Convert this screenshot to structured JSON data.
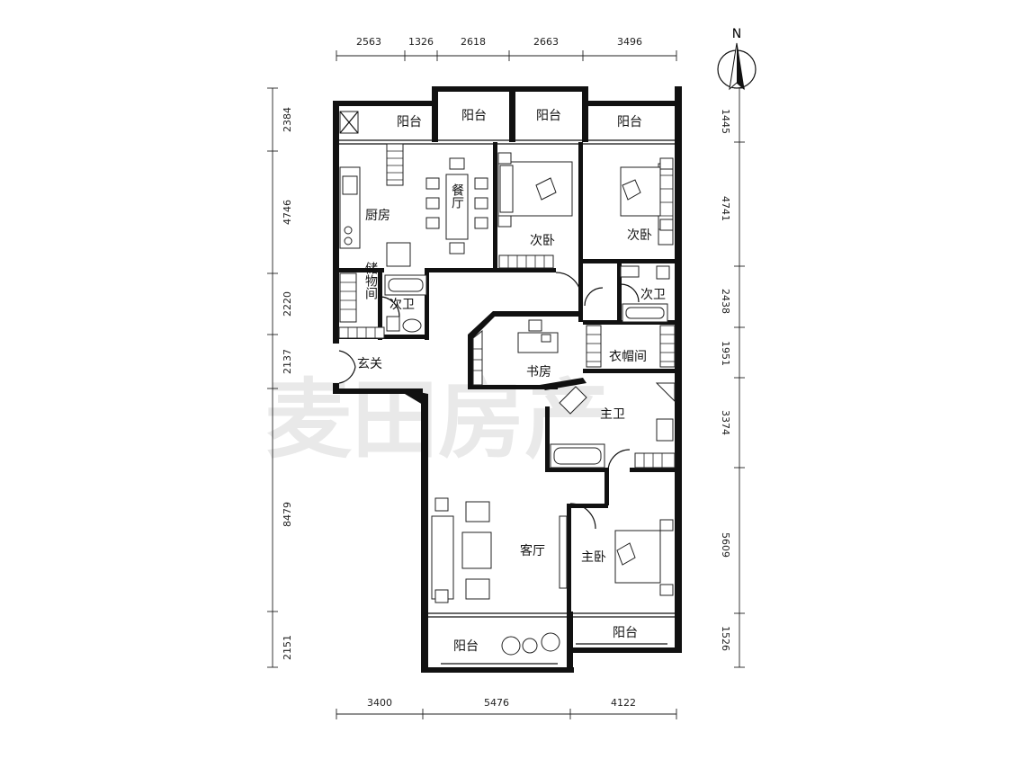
{
  "compass": {
    "label": "N"
  },
  "dimensions": {
    "top": [
      "2563",
      "1326",
      "2618",
      "2663",
      "3496"
    ],
    "bottom": [
      "3400",
      "5476",
      "4122"
    ],
    "left": [
      "2384",
      "4746",
      "2220",
      "2137",
      "8479",
      "2151"
    ],
    "right": [
      "1445",
      "4741",
      "2438",
      "1951",
      "3374",
      "5609",
      "1526"
    ]
  },
  "rooms": {
    "balcony_a": "阳台",
    "balcony_b": "阳台",
    "balcony_c": "阳台",
    "balcony_d": "阳台",
    "balcony_e": "阳台",
    "balcony_f": "阳台",
    "kitchen": "厨房",
    "dining": "餐厅",
    "bedroom_2a": "次卧",
    "bedroom_2b": "次卧",
    "storage": "储物间",
    "bath_2a": "次卫",
    "bath_2b": "次卫",
    "entry": "玄关",
    "study": "书房",
    "closet": "衣帽间",
    "master_bath": "主卫",
    "living": "客厅",
    "master_bedroom": "主卧"
  },
  "watermark": "麦田房产"
}
